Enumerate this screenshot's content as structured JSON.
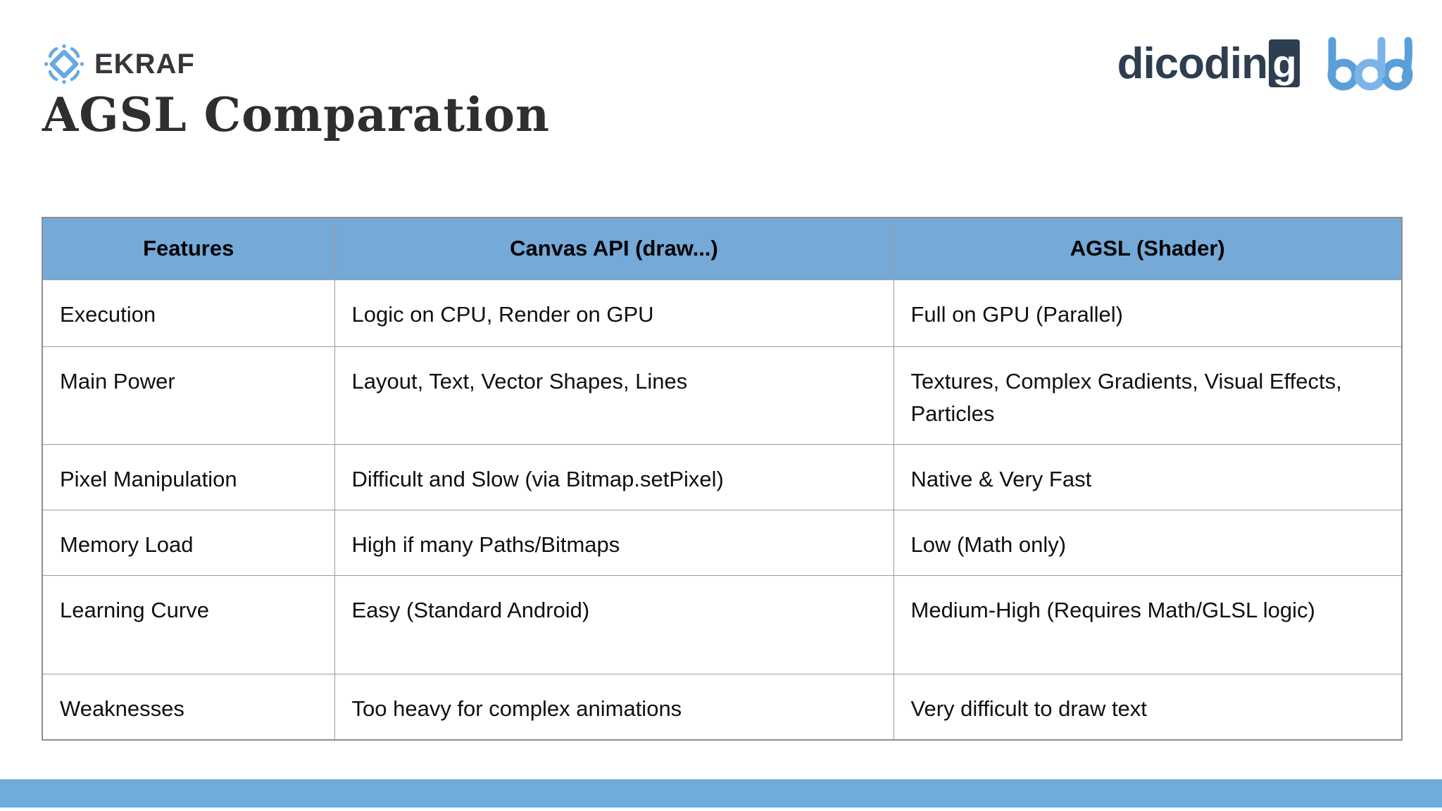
{
  "page": {
    "title": "AGSL Comparation"
  },
  "logos": {
    "ekraf": {
      "label": "EKRAF",
      "icon": "snowflake-diamond-icon"
    },
    "dicoding": {
      "text_main": "dicodin",
      "text_boxed": "g"
    },
    "bdd": {
      "label": "bdd"
    }
  },
  "table": {
    "headers": [
      "Features",
      "Canvas API (draw...)",
      "AGSL (Shader)"
    ],
    "rows": [
      {
        "feature": "Execution",
        "canvas": "Logic on CPU, Render on GPU",
        "agsl": "Full on GPU (Parallel)"
      },
      {
        "feature": "Main Power",
        "canvas": "Layout, Text, Vector Shapes, Lines",
        "agsl": "Textures, Complex Gradients, Visual Effects, Particles"
      },
      {
        "feature": "Pixel Manipulation",
        "canvas": "Difficult and Slow (via Bitmap.setPixel)",
        "agsl": "Native & Very Fast"
      },
      {
        "feature": "Memory Load",
        "canvas": "High if many Paths/Bitmaps",
        "agsl": "Low (Math only)"
      },
      {
        "feature": "Learning Curve",
        "canvas": "Easy (Standard Android)",
        "agsl": "Medium-High (Requires Math/GLSL logic)"
      },
      {
        "feature": "Weaknesses",
        "canvas": "Too heavy for complex animations",
        "agsl": "Very difficult to draw text"
      }
    ]
  },
  "colors": {
    "table_header_blue": "#74a9d8",
    "footer_bar_blue": "#6fabdb",
    "border_gray": "#9b9b9b",
    "title_color": "#2e2e2e",
    "dicoding_navy": "#2d3e50",
    "bdd_blue": "#5b9fd9",
    "ekraf_blue": "#6aa9e0"
  }
}
